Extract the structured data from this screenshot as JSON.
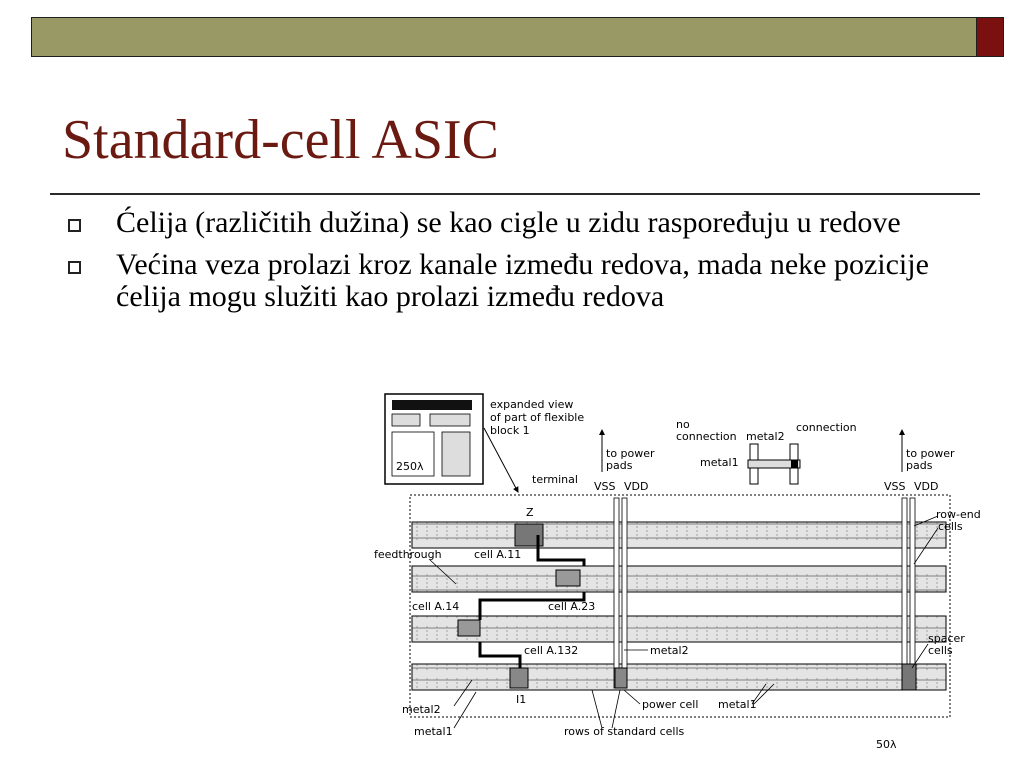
{
  "slide": {
    "title": "Standard-cell ASIC",
    "bullets": [
      {
        "text": "Ćelija (različitih dužina) se kao cigle u zidu raspoređuju u redove"
      },
      {
        "text": "Većina veza prolazi kroz kanale između redova, mada neke pozicije ćelija mogu služiti kao prolazi između redova"
      }
    ]
  },
  "diagram": {
    "labels": {
      "expanded_view_1": "expanded view",
      "expanded_view_2": "of part of flexible",
      "expanded_view_3": "block 1",
      "scale_inset": "250λ",
      "terminal": "terminal",
      "z": "Z",
      "no_connection_1": "no",
      "no_connection_2": "connection",
      "metal2_top": "metal2",
      "connection": "connection",
      "metal1_top": "metal1",
      "to_power_pads_left_1": "to power",
      "to_power_pads_left_2": "pads",
      "to_power_pads_right_1": "to power",
      "to_power_pads_right_2": "pads",
      "vss_left": "VSS",
      "vdd_left": "VDD",
      "vss_right": "VSS",
      "vdd_right": "VDD",
      "row_end_cells_1": "row-end",
      "row_end_cells_2": "cells",
      "feedthrough": "feedthrough",
      "cell_a11": "cell A.11",
      "cell_a14": "cell A.14",
      "cell_a23": "cell A.23",
      "cell_a132": "cell A.132",
      "metal2_mid": "metal2",
      "spacer_cells_1": "spacer",
      "spacer_cells_2": "cells",
      "i1": "I1",
      "metal2_bottom": "metal2",
      "power_cell": "power cell",
      "metal1_bottom_right": "metal1",
      "metal1_bottom_left": "metal1",
      "rows_of_standard_cells": "rows of standard cells",
      "scale_main": "50λ"
    }
  }
}
